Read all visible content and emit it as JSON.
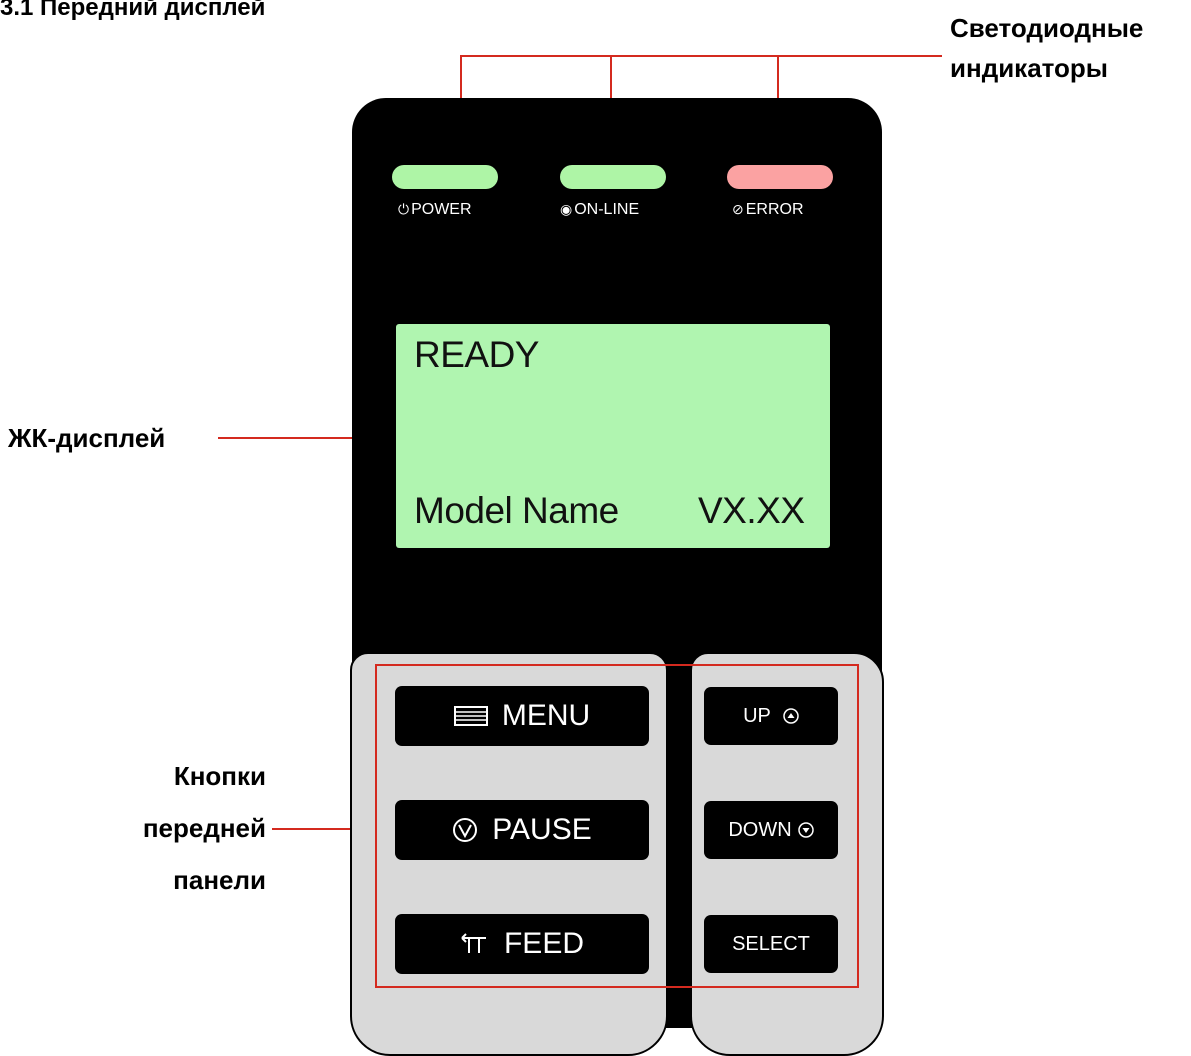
{
  "heading": "3.1 Передний дисплей",
  "callouts": {
    "leds_line1": "Светодиодные",
    "leds_line2": "индикаторы",
    "lcd": "ЖК-дисплей",
    "buttons_line1": "Кнопки",
    "buttons_line2": "передней",
    "buttons_line3": "панели"
  },
  "leds": [
    {
      "label": "POWER",
      "icon": "power-icon",
      "color": "#aef5a6"
    },
    {
      "label": "ON-LINE",
      "icon": "online-icon",
      "color": "#aef5a6"
    },
    {
      "label": "ERROR",
      "icon": "error-icon",
      "color": "#fba2a2"
    }
  ],
  "lcd": {
    "line1": "READY",
    "model": "Model Name",
    "version": "VX.XX",
    "color": "#b0f5b0"
  },
  "buttons": {
    "menu": "MENU",
    "pause": "PAUSE",
    "feed": "FEED",
    "up": "UP",
    "down": "DOWN",
    "select": "SELECT"
  },
  "colors": {
    "callout_line": "#d42a1f",
    "device_body": "#000000",
    "button_panel": "#d9d9d9"
  }
}
